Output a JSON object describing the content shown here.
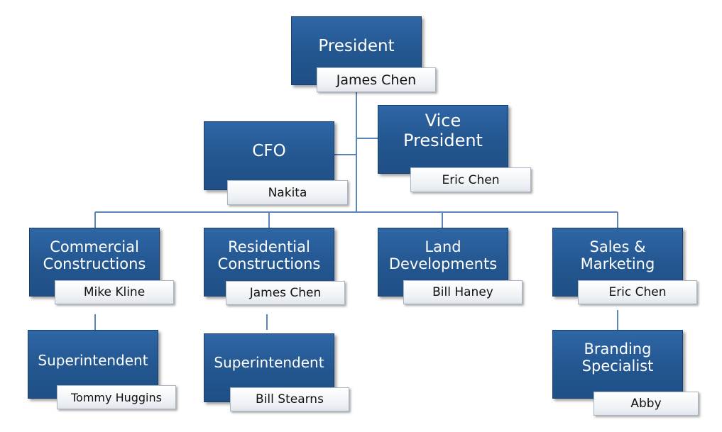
{
  "nodes": {
    "president": {
      "title": "President",
      "name": "James Chen"
    },
    "vice_president": {
      "title": "Vice\nPresident",
      "name": "Eric Chen"
    },
    "cfo": {
      "title": "CFO",
      "name": "Nakita"
    },
    "commercial": {
      "title": "Commercial\nConstructions",
      "name": "Mike Kline"
    },
    "residential": {
      "title": "Residential\nConstructions",
      "name": "James Chen"
    },
    "land": {
      "title": "Land\nDevelopments",
      "name": "Bill Haney"
    },
    "sales": {
      "title": "Sales &\nMarketing",
      "name": "Eric Chen"
    },
    "superintendent_1": {
      "title": "Superintendent",
      "name": "Tommy Huggins"
    },
    "superintendent_2": {
      "title": "Superintendent",
      "name": "Bill Stearns"
    },
    "branding": {
      "title": "Branding\nSpecialist",
      "name": "Abby"
    }
  },
  "colors": {
    "box": "#23568f",
    "connector": "#5b84b8"
  }
}
